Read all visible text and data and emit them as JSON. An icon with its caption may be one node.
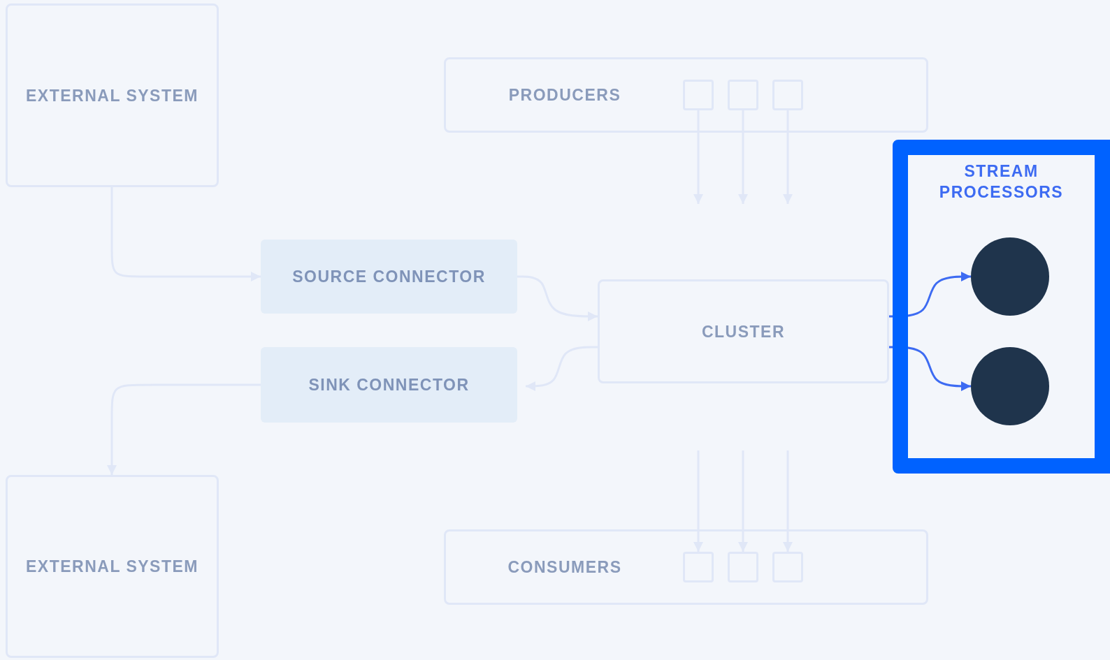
{
  "diagram": {
    "nodes": [
      {
        "text": [
          "EXTERNAL SYSTEM"
        ]
      },
      {
        "text": [
          "PRODUCERS"
        ]
      },
      {
        "text": [],
        "shape": "box",
        "in": 1
      },
      {
        "text": [],
        "shape": "box",
        "in": 1
      },
      {
        "text": [],
        "shape": "box",
        "in": 1
      },
      {
        "text": [
          "STREAM PROCESSORS"
        ]
      },
      {
        "text": [],
        "shape": "circle",
        "in": 5
      },
      {
        "text": [],
        "shape": "circle",
        "in": 5
      },
      {
        "text": [
          "SOURCE CONNECTOR"
        ]
      },
      {
        "text": [
          "CLUSTER"
        ]
      },
      {
        "text": [
          "SINK CONNECTOR"
        ]
      },
      {
        "text": [
          "EXTERNAL SYSTEM"
        ]
      },
      {
        "text": [
          "CONSUMERS"
        ]
      },
      {
        "text": [],
        "shape": "box",
        "in": 12
      },
      {
        "text": [],
        "shape": "box",
        "in": 12
      },
      {
        "text": [],
        "shape": "box",
        "in": 12
      }
    ],
    "edges": [
      {
        "from": 0,
        "to": 8,
        "arrow": "to"
      },
      {
        "from": 8,
        "to": 9,
        "arrow": "to"
      },
      {
        "from": 9,
        "to": 10,
        "arrow": "to"
      },
      {
        "from": 10,
        "to": 11,
        "arrow": "to"
      },
      {
        "from": 2,
        "to": null,
        "arrow": "to"
      },
      {
        "from": 3,
        "to": null,
        "arrow": "to"
      },
      {
        "from": 4,
        "to": null,
        "arrow": "to"
      },
      {
        "from": 9,
        "to": 6,
        "arrow": "to",
        "color": "#3d6bf2"
      },
      {
        "from": 9,
        "to": 7,
        "arrow": "to",
        "color": "#3d6bf2"
      },
      {
        "from": null,
        "to": 13,
        "arrow": "to"
      },
      {
        "from": null,
        "to": 14,
        "arrow": "to"
      },
      {
        "from": null,
        "to": 15,
        "arrow": "to"
      }
    ]
  }
}
